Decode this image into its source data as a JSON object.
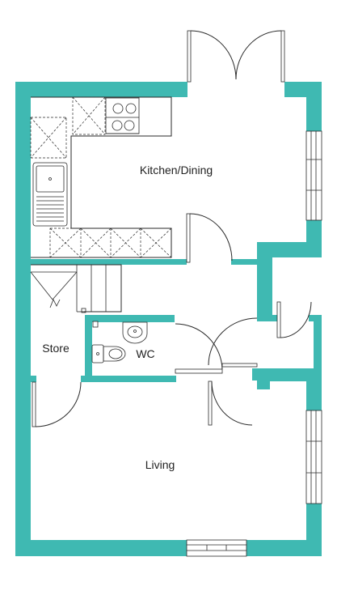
{
  "rooms": {
    "kitchen": "Kitchen/Dining",
    "store": "Store",
    "wc": "WC",
    "living": "Living"
  },
  "colors": {
    "wall": "#3fb9b2",
    "line": "#2a2a2a",
    "background": "#ffffff"
  }
}
